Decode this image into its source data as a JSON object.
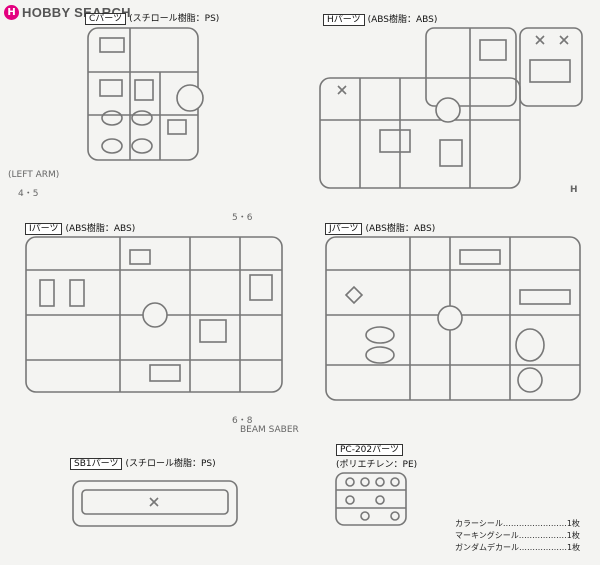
{
  "logo": {
    "mark": "H",
    "text": "HOBBY SEARCH"
  },
  "runners": {
    "c": {
      "letter": "C",
      "label": "パーツ",
      "material": "(スチロール樹脂：PS)"
    },
    "h": {
      "letter": "H",
      "label": "パーツ",
      "material": "(ABS樹脂：ABS)"
    },
    "i": {
      "letter": "I",
      "label": "パーツ",
      "material": "(ABS樹脂：ABS)"
    },
    "j": {
      "letter": "J",
      "label": "パーツ",
      "material": "(ABS樹脂：ABS)"
    },
    "sb1": {
      "letter": "SB1",
      "label": "パーツ",
      "material": "(スチロール樹脂：PS)"
    },
    "pc": {
      "letter": "PC-202",
      "label": "パーツ",
      "material": "(ポリエチレン：PE)"
    }
  },
  "materials": [
    {
      "name": "カラーシール",
      "dots": "……………………",
      "qty": "1枚"
    },
    {
      "name": "マーキングシール",
      "dots": "………………",
      "qty": "1枚"
    },
    {
      "name": "ガンダムデカール",
      "dots": "………………",
      "qty": "1枚"
    }
  ],
  "side_texts": {
    "l1": "(LEFT ARM)",
    "l2": "4・5",
    "l3": "5・6",
    "l4": "6・8",
    "r1": "H",
    "r2": "BEAM SABER"
  },
  "colors": {
    "line": "#777777",
    "logo": "#e3007f"
  }
}
